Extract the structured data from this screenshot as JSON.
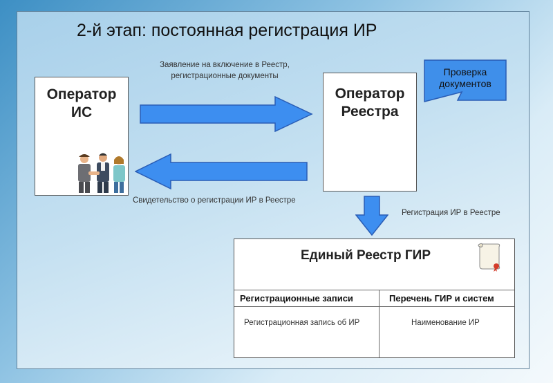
{
  "title": "2-й этап: постоянная  регистрация ИР",
  "operator_is": {
    "line1": "Оператор",
    "line2": "ИС"
  },
  "operator_registry": {
    "line1": "Оператор",
    "line2": "Реестра"
  },
  "check_docs": {
    "line1": "Проверка",
    "line2": "документов"
  },
  "arrow_right_label": {
    "line1": "Заявление на включение в Реестр,",
    "line2": "регистрационные документы"
  },
  "arrow_left_label": "Свидетельство о регистрации ИР в Реестре",
  "arrow_down_label": "Регистрация ИР в Реестре",
  "registry": {
    "title": "Единый Реестр ГИР",
    "col1_header": "Регистрационные записи",
    "col2_header": "Перечень ГИР и систем",
    "col1_value": "Регистрационная запись об ИР",
    "col2_value": "Наименование ИР"
  },
  "colors": {
    "arrow_fill": "#3d8ef0",
    "arrow_stroke": "#2a5db5",
    "flag_fill": "#3f8fea"
  }
}
